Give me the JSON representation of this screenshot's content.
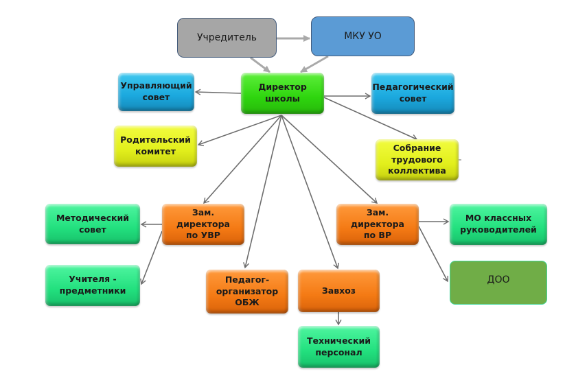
{
  "diagram": {
    "type": "org-chart",
    "nodes": [
      {
        "id": "founder",
        "label": "Учредитель",
        "color": "#a6a6a6"
      },
      {
        "id": "mku",
        "label": "МКУ УО",
        "color": "#5b9bd5"
      },
      {
        "id": "director",
        "label": "Директор\nшколы",
        "color": "#3ee01a"
      },
      {
        "id": "governing",
        "label": "Управляющий\nсовет",
        "color": "#1ba8de"
      },
      {
        "id": "pedcouncil",
        "label": "Педагогический\nсовет",
        "color": "#1ba8de"
      },
      {
        "id": "parents",
        "label": "Родительский\nкомитет",
        "color": "#e2ef1c"
      },
      {
        "id": "assembly",
        "label": "Собрание\nтрудового\nколлектива",
        "color": "#e2ef1c"
      },
      {
        "id": "dep_uvr",
        "label": "Зам. директора\nпо УВР",
        "color": "#f47a14"
      },
      {
        "id": "dep_vr",
        "label": "Зам. директора\nпо ВР",
        "color": "#f47a14"
      },
      {
        "id": "method",
        "label": "Методический\nсовет",
        "color": "#22e07e"
      },
      {
        "id": "teachers",
        "label": "Учителя -\nпредметники",
        "color": "#22e07e"
      },
      {
        "id": "obzh",
        "label": "Педагог-\nорганизатор\nОБЖ",
        "color": "#f47a14"
      },
      {
        "id": "supply",
        "label": "Завхоз",
        "color": "#f47a14"
      },
      {
        "id": "tech",
        "label": "Технический\nперсонал",
        "color": "#22e07e"
      },
      {
        "id": "mo",
        "label": "МО классных\nруководителей",
        "color": "#22e07e"
      },
      {
        "id": "doo",
        "label": "ДОО",
        "color": "#70ad47"
      }
    ],
    "edges": [
      {
        "from": "founder",
        "to": "mku"
      },
      {
        "from": "founder",
        "to": "director"
      },
      {
        "from": "mku",
        "to": "director"
      },
      {
        "from": "director",
        "to": "governing"
      },
      {
        "from": "director",
        "to": "pedcouncil"
      },
      {
        "from": "director",
        "to": "parents"
      },
      {
        "from": "director",
        "to": "assembly"
      },
      {
        "from": "director",
        "to": "dep_uvr"
      },
      {
        "from": "director",
        "to": "obzh"
      },
      {
        "from": "director",
        "to": "supply"
      },
      {
        "from": "director",
        "to": "dep_vr"
      },
      {
        "from": "dep_uvr",
        "to": "method"
      },
      {
        "from": "dep_uvr",
        "to": "teachers"
      },
      {
        "from": "supply",
        "to": "tech"
      },
      {
        "from": "dep_vr",
        "to": "mo"
      },
      {
        "from": "dep_vr",
        "to": "doo"
      }
    ],
    "edge_color": "#6d6d6d",
    "top_edge_color": "#a9a9a9"
  }
}
